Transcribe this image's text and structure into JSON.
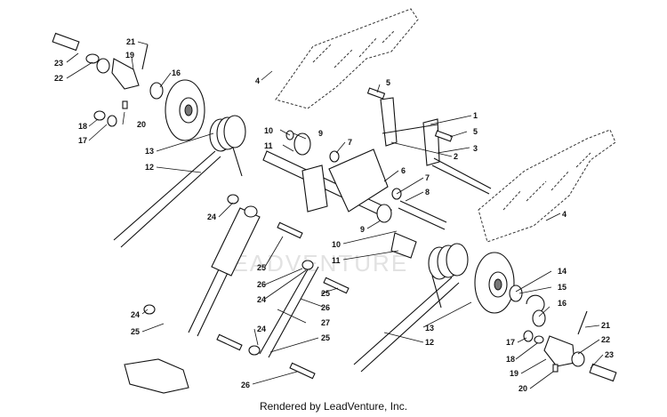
{
  "diagram": {
    "watermark": "LEADVENTURE",
    "footer": "Rendered by LeadVenture, Inc.",
    "callouts": [
      {
        "id": "c21a",
        "label": "21"
      },
      {
        "id": "c23a",
        "label": "23"
      },
      {
        "id": "c19a",
        "label": "19"
      },
      {
        "id": "c22a",
        "label": "22"
      },
      {
        "id": "c16a",
        "label": "16"
      },
      {
        "id": "c4a",
        "label": "4"
      },
      {
        "id": "c5a",
        "label": "5"
      },
      {
        "id": "c1",
        "label": "1"
      },
      {
        "id": "c5b",
        "label": "5"
      },
      {
        "id": "c18a",
        "label": "18"
      },
      {
        "id": "c20a",
        "label": "20"
      },
      {
        "id": "c17a",
        "label": "17"
      },
      {
        "id": "c10a",
        "label": "10"
      },
      {
        "id": "c9a",
        "label": "9"
      },
      {
        "id": "c13a",
        "label": "13"
      },
      {
        "id": "c11a",
        "label": "11"
      },
      {
        "id": "c7a",
        "label": "7"
      },
      {
        "id": "c2",
        "label": "2"
      },
      {
        "id": "c3",
        "label": "3"
      },
      {
        "id": "c12a",
        "label": "12"
      },
      {
        "id": "c6",
        "label": "6"
      },
      {
        "id": "c7b",
        "label": "7"
      },
      {
        "id": "c8",
        "label": "8"
      },
      {
        "id": "c24a",
        "label": "24"
      },
      {
        "id": "c4b",
        "label": "4"
      },
      {
        "id": "c9b",
        "label": "9"
      },
      {
        "id": "c10b",
        "label": "10"
      },
      {
        "id": "c11b",
        "label": "11"
      },
      {
        "id": "c25a",
        "label": "25"
      },
      {
        "id": "c26a",
        "label": "26"
      },
      {
        "id": "c24b",
        "label": "24"
      },
      {
        "id": "c25b",
        "label": "25"
      },
      {
        "id": "c26b",
        "label": "26"
      },
      {
        "id": "c14",
        "label": "14"
      },
      {
        "id": "c15",
        "label": "15"
      },
      {
        "id": "c16b",
        "label": "16"
      },
      {
        "id": "c24c",
        "label": "24"
      },
      {
        "id": "c25c",
        "label": "25"
      },
      {
        "id": "c27",
        "label": "27"
      },
      {
        "id": "c13b",
        "label": "13"
      },
      {
        "id": "c24d",
        "label": "24"
      },
      {
        "id": "c25d",
        "label": "25"
      },
      {
        "id": "c12b",
        "label": "12"
      },
      {
        "id": "c21b",
        "label": "21"
      },
      {
        "id": "c17b",
        "label": "17"
      },
      {
        "id": "c22b",
        "label": "22"
      },
      {
        "id": "c18b",
        "label": "18"
      },
      {
        "id": "c23b",
        "label": "23"
      },
      {
        "id": "c19b",
        "label": "19"
      },
      {
        "id": "c26c",
        "label": "26"
      },
      {
        "id": "c20b",
        "label": "20"
      }
    ]
  }
}
